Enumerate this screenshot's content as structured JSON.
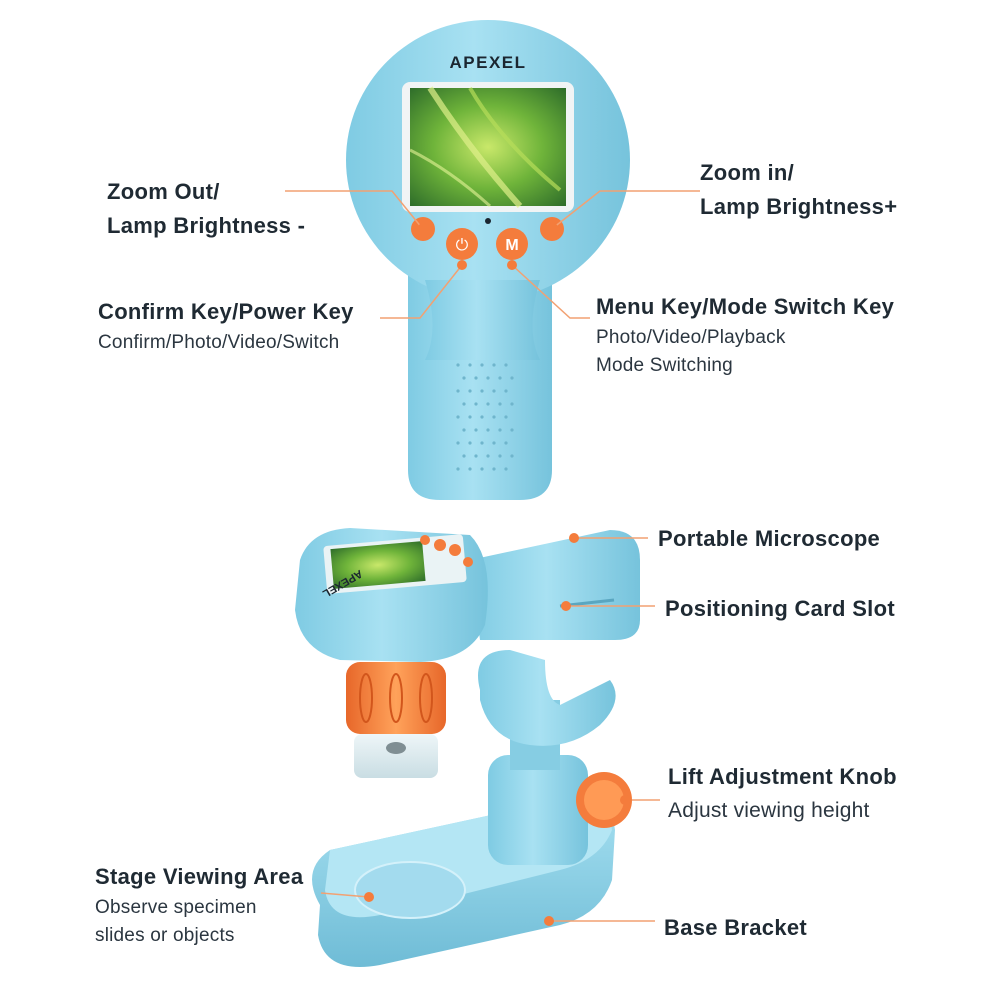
{
  "brand": "APEXEL",
  "colors": {
    "body_blue": "#8fd5ea",
    "accent_orange": "#f47c3c",
    "text_dark": "#1f2a33",
    "screen_green": "#5aa832"
  },
  "labels": {
    "zoom_out": {
      "line1": "Zoom Out/",
      "line2": "Lamp Brightness -"
    },
    "zoom_in": {
      "line1": "Zoom in/",
      "line2": "Lamp Brightness+"
    },
    "confirm_key": {
      "title": "Confirm Key/Power Key",
      "desc": "Confirm/Photo/Video/Switch"
    },
    "menu_key": {
      "title": "Menu Key/Mode Switch Key",
      "desc1": "Photo/Video/Playback",
      "desc2": "Mode Switching"
    },
    "portable_microscope": {
      "title": "Portable Microscope"
    },
    "positioning_slot": {
      "title": "Positioning Card Slot"
    },
    "lift_knob": {
      "title": "Lift Adjustment Knob",
      "desc": "Adjust viewing height"
    },
    "stage_area": {
      "title": "Stage Viewing Area",
      "desc1": "Observe specimen",
      "desc2": "slides or objects"
    },
    "base_bracket": {
      "title": "Base Bracket"
    }
  },
  "button_glyphs": {
    "power": "⏻",
    "menu": "M"
  }
}
